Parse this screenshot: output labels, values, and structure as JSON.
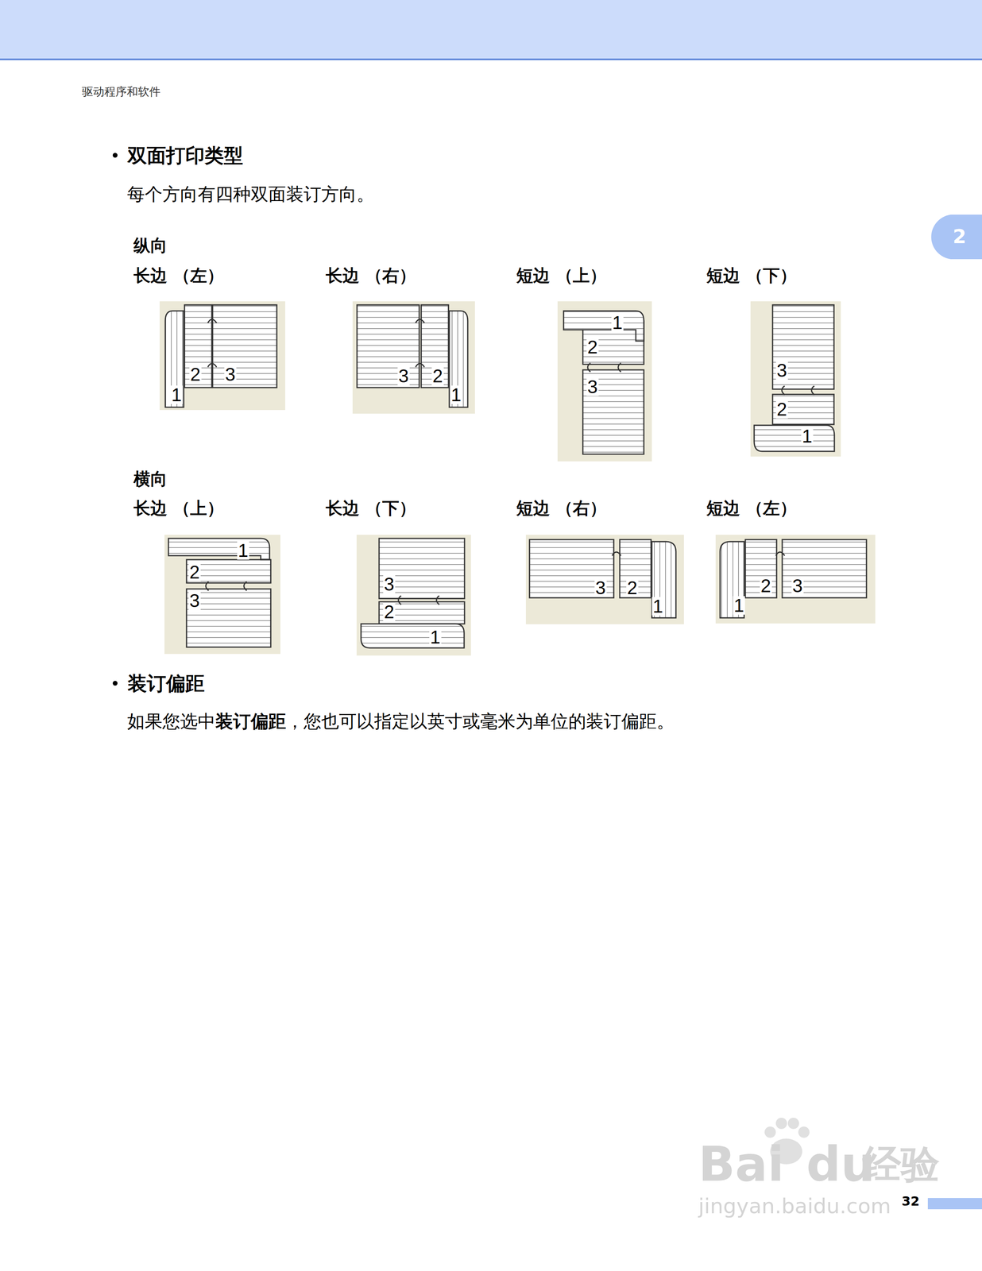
{
  "diagram": {
    "labels": [
      "驱动程序和软件",
      "双面打印类型",
      "每个方向有四种双面装订方向。",
      "纵向",
      "长边 （左）",
      "长边 （右）",
      "短边 （上）",
      "短边 （下）",
      "1",
      "2",
      "3",
      "3",
      "2",
      "1",
      "1",
      "2",
      "3",
      "3",
      "2",
      "1",
      "横向",
      "长边 （上）",
      "长边 （下）",
      "短边 （右）",
      "短边 （左）",
      "1",
      "2",
      "3",
      "3",
      "2",
      "1",
      "3",
      "2",
      "1",
      "2",
      "3",
      "1",
      "装订偏距",
      "如果您选中",
      "装订偏距",
      "，您也可以指定以英寸或毫米为单位的装订偏距。",
      "2",
      "32",
      "Bai",
      "du",
      "经验",
      "jingyan.baidu.com"
    ]
  }
}
